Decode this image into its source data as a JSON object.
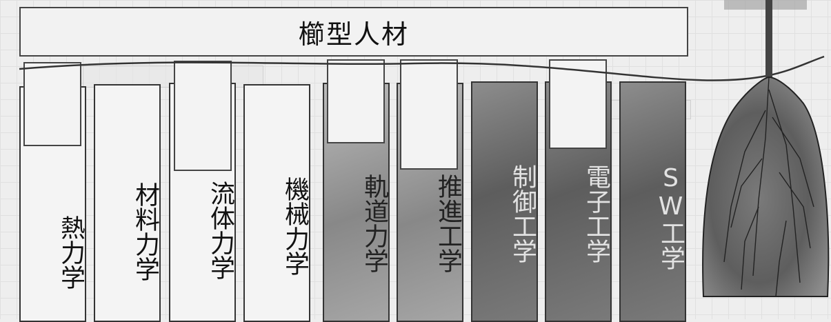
{
  "header": {
    "title": "櫛型人材"
  },
  "pillars": [
    {
      "label": "熱力学",
      "shade": "light"
    },
    {
      "label": "材料力学",
      "shade": "light"
    },
    {
      "label": "流体力学",
      "shade": "light"
    },
    {
      "label": "機械力学",
      "shade": "light"
    },
    {
      "label": "軌道力学",
      "shade": "medium"
    },
    {
      "label": "推進工学",
      "shade": "medium"
    },
    {
      "label": "制御工学",
      "shade": "dark"
    },
    {
      "label": "電子工学",
      "shade": "dark"
    },
    {
      "label": "SW工学",
      "shade": "dark"
    }
  ],
  "colors": {
    "light": "#f4f4f4",
    "medium": "#9a9a9a",
    "dark": "#6a6a6a",
    "root": "#5a5a5a",
    "line": "#333333"
  },
  "icons": {
    "root_figure": "plant-root-icon"
  }
}
